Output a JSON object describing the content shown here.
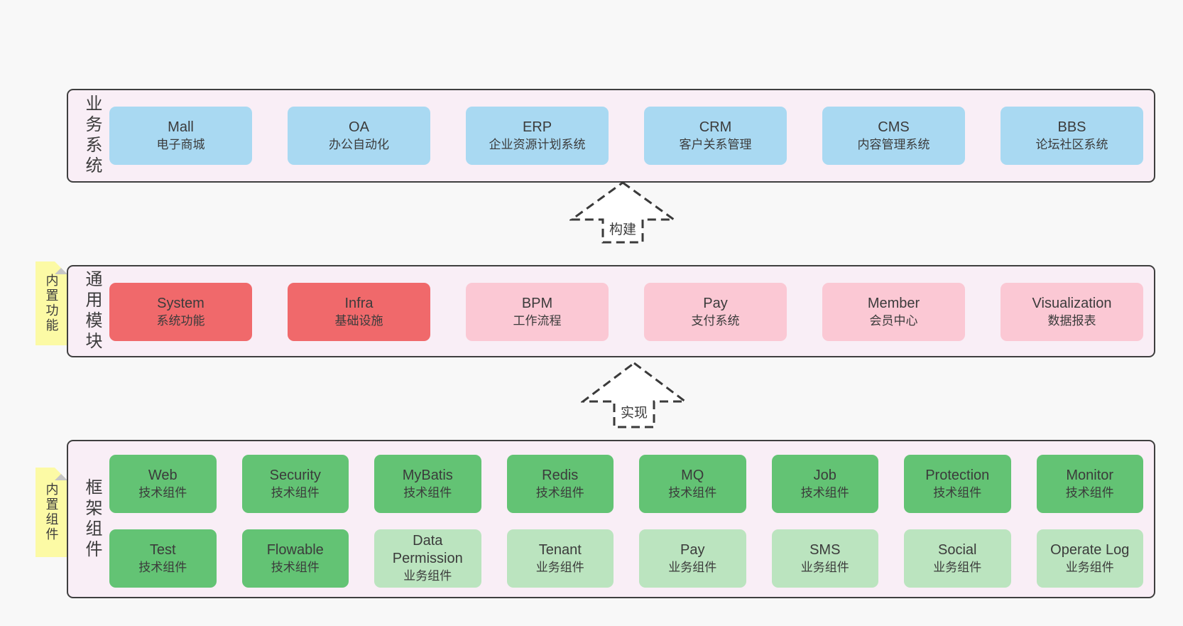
{
  "colors": {
    "page_background": "#f8f8f8",
    "band_fill": "#f9eef6",
    "band_border": "#3f3f3f",
    "box_blue": "#a9d9f2",
    "box_red": "#f0696b",
    "box_pink": "#fbc8d4",
    "box_green_dark": "#63c374",
    "box_green_light": "#bbe4bf",
    "sticky_yellow": "#fcfaa5",
    "sticky_fold_gray": "#c6c6c6",
    "arrow_stroke": "#3a3a3a",
    "text": "#3b3b3b"
  },
  "band1": {
    "label": "业务系统",
    "boxes": [
      {
        "title": "Mall",
        "subtitle": "电子商城",
        "type": "blue"
      },
      {
        "title": "OA",
        "subtitle": "办公自动化",
        "type": "blue"
      },
      {
        "title": "ERP",
        "subtitle": "企业资源计划系统",
        "type": "blue"
      },
      {
        "title": "CRM",
        "subtitle": "客户关系管理",
        "type": "blue"
      },
      {
        "title": "CMS",
        "subtitle": "内容管理系统",
        "type": "blue"
      },
      {
        "title": "BBS",
        "subtitle": "论坛社区系统",
        "type": "blue"
      }
    ]
  },
  "arrow1": {
    "label": "构建"
  },
  "band2": {
    "label": "通用模块",
    "sticky": "内置功能",
    "boxes": [
      {
        "title": "System",
        "subtitle": "系统功能",
        "type": "red"
      },
      {
        "title": "Infra",
        "subtitle": "基础设施",
        "type": "red"
      },
      {
        "title": "BPM",
        "subtitle": "工作流程",
        "type": "pink"
      },
      {
        "title": "Pay",
        "subtitle": "支付系统",
        "type": "pink"
      },
      {
        "title": "Member",
        "subtitle": "会员中心",
        "type": "pink"
      },
      {
        "title": "Visualization",
        "subtitle": "数据报表",
        "type": "pink"
      }
    ]
  },
  "arrow2": {
    "label": "实现"
  },
  "band3": {
    "label": "框架组件",
    "sticky": "内置组件",
    "row1": [
      {
        "title": "Web",
        "subtitle": "技术组件",
        "type": "green-dark"
      },
      {
        "title": "Security",
        "subtitle": "技术组件",
        "type": "green-dark"
      },
      {
        "title": "MyBatis",
        "subtitle": "技术组件",
        "type": "green-dark"
      },
      {
        "title": "Redis",
        "subtitle": "技术组件",
        "type": "green-dark"
      },
      {
        "title": "MQ",
        "subtitle": "技术组件",
        "type": "green-dark"
      },
      {
        "title": "Job",
        "subtitle": "技术组件",
        "type": "green-dark"
      },
      {
        "title": "Protection",
        "subtitle": "技术组件",
        "type": "green-dark"
      },
      {
        "title": "Monitor",
        "subtitle": "技术组件",
        "type": "green-dark"
      }
    ],
    "row2": [
      {
        "title": "Test",
        "subtitle": "技术组件",
        "type": "green-dark"
      },
      {
        "title": "Flowable",
        "subtitle": "技术组件",
        "type": "green-dark"
      },
      {
        "title": "Data Permission",
        "subtitle": "业务组件",
        "type": "green-light"
      },
      {
        "title": "Tenant",
        "subtitle": "业务组件",
        "type": "green-light"
      },
      {
        "title": "Pay",
        "subtitle": "业务组件",
        "type": "green-light"
      },
      {
        "title": "SMS",
        "subtitle": "业务组件",
        "type": "green-light"
      },
      {
        "title": "Social",
        "subtitle": "业务组件",
        "type": "green-light"
      },
      {
        "title": "Operate Log",
        "subtitle": "业务组件",
        "type": "green-light"
      }
    ]
  }
}
